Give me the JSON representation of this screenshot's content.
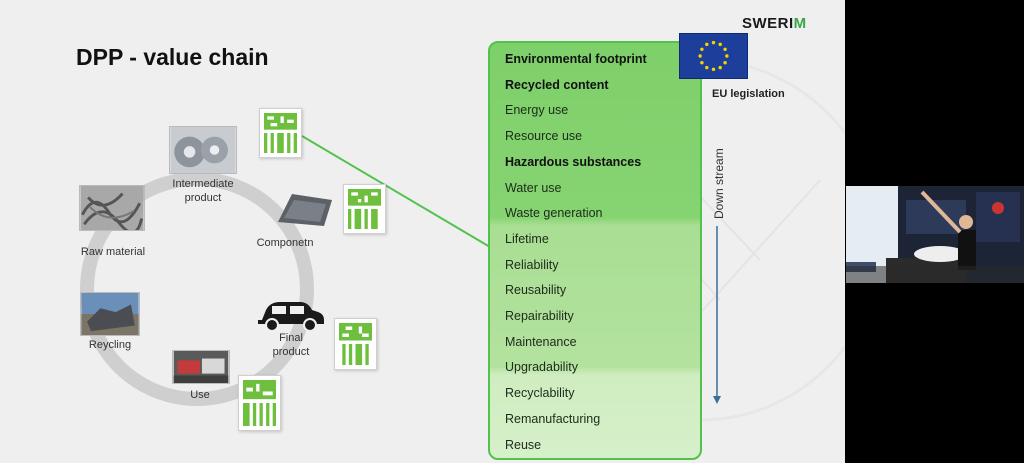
{
  "slide": {
    "title": "DPP  - value chain",
    "logo_text": "SWERI",
    "logo_accent": "M",
    "eu_label": "EU legislation",
    "downstream_label": "Down stream"
  },
  "stages": {
    "intermediate": "Intermediate\nproduct",
    "component": "Componetn",
    "raw_material": "Raw material",
    "final_product": "Final\nproduct",
    "recycling": "Reycling",
    "use": "Use"
  },
  "requirements": [
    {
      "label": "Environmental footprint",
      "bold": true
    },
    {
      "label": "Recycled content",
      "bold": true
    },
    {
      "label": "Energy use",
      "bold": false
    },
    {
      "label": "Resource use",
      "bold": false
    },
    {
      "label": "Hazardous substances",
      "bold": true
    },
    {
      "label": "Water use",
      "bold": false
    },
    {
      "label": "Waste generation",
      "bold": false
    },
    {
      "label": "Lifetime",
      "bold": false
    },
    {
      "label": "Reliability",
      "bold": false
    },
    {
      "label": "Reusability",
      "bold": false
    },
    {
      "label": "Repairability",
      "bold": false
    },
    {
      "label": "Maintenance",
      "bold": false
    },
    {
      "label": "Upgradability",
      "bold": false
    },
    {
      "label": "Recyclability",
      "bold": false
    },
    {
      "label": "Remanufacturing",
      "bold": false
    },
    {
      "label": "Reuse",
      "bold": false
    }
  ],
  "colors": {
    "accent_green": "#52c24d",
    "eu_blue": "#1d3e9a",
    "eu_star": "#f5d200"
  },
  "icons": {
    "qr": "qr-code-icon",
    "car": "car-icon",
    "eu_flag": "eu-flag-icon"
  }
}
